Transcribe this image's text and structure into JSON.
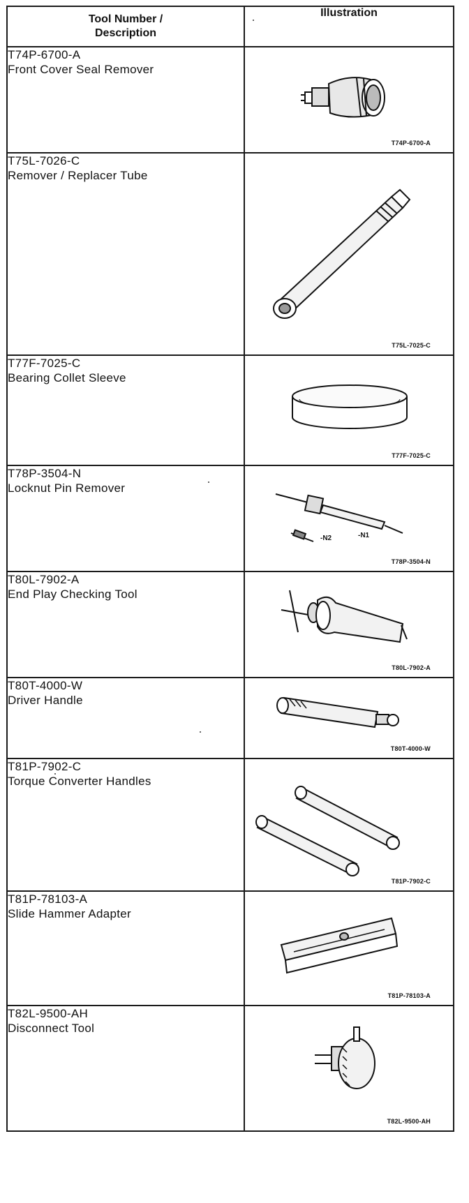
{
  "header": {
    "col1": [
      "Tool Number /",
      "Description"
    ],
    "col2": "Illustration"
  },
  "tools": [
    {
      "number": "T74P-6700-A",
      "description": "Front Cover Seal Remover",
      "caption": "T74P-6700-A",
      "icon": "seal-remover-icon"
    },
    {
      "number": "T75L-7026-C",
      "description": "Remover / Replacer Tube",
      "caption": "T75L-7025-C",
      "icon": "replacer-tube-icon"
    },
    {
      "number": "T77F-7025-C",
      "description": "Bearing Collet Sleeve",
      "caption": "T77F-7025-C",
      "icon": "collet-sleeve-icon"
    },
    {
      "number": "T78P-3504-N",
      "description": "Locknut Pin Remover",
      "caption": "T78P-3504-N",
      "icon": "pin-remover-icon",
      "part_labels": [
        "-N2",
        "-N1"
      ]
    },
    {
      "number": "T80L-7902-A",
      "description": "End Play Checking Tool",
      "caption": "T80L-7902-A",
      "icon": "end-play-tool-icon"
    },
    {
      "number": "T80T-4000-W",
      "description": "Driver Handle",
      "caption": "T80T-4000-W",
      "icon": "driver-handle-icon"
    },
    {
      "number": "T81P-7902-C",
      "description": "Torque Converter Handles",
      "caption": "T81P-7902-C",
      "icon": "converter-handles-icon"
    },
    {
      "number": "T81P-78103-A",
      "description": "Slide Hammer Adapter",
      "caption": "T81P-78103-A",
      "icon": "hammer-adapter-icon"
    },
    {
      "number": "T82L-9500-AH",
      "description": "Disconnect Tool",
      "caption": "T82L-9500-AH",
      "icon": "disconnect-tool-icon"
    }
  ]
}
